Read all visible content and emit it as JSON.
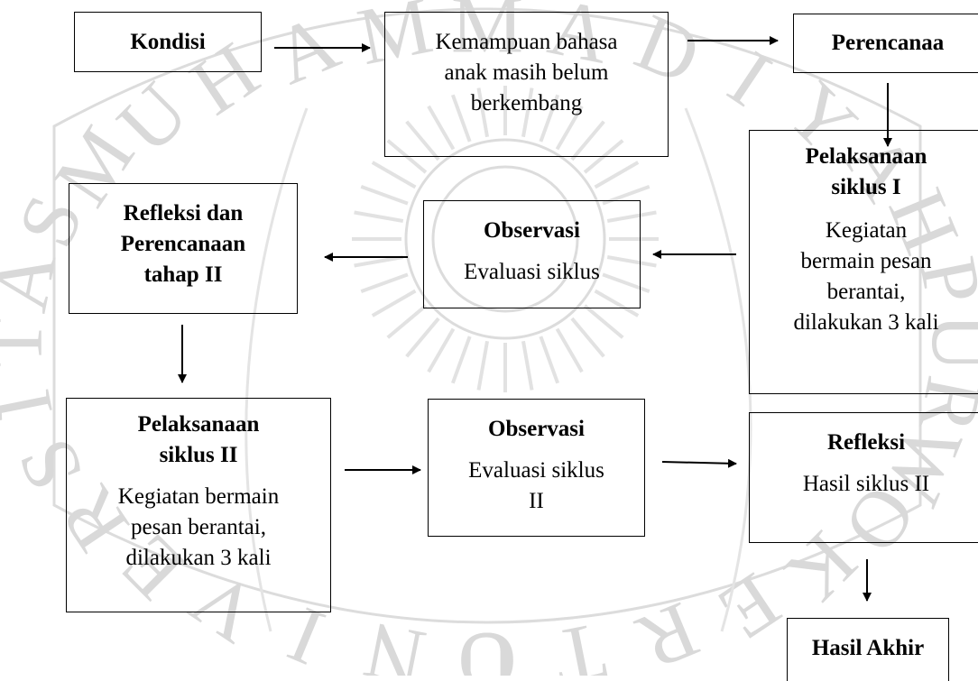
{
  "boxes": {
    "kondisi": {
      "title": "Kondisi"
    },
    "kemampuan": {
      "body": [
        "Kemampuan bahasa",
        "anak masih belum",
        "berkembang"
      ]
    },
    "perencanaan": {
      "title": "Perencanaa"
    },
    "pelaksanaan1": {
      "title": [
        "Pelaksanaan",
        "siklus I"
      ],
      "body": [
        "Kegiatan",
        "bermain pesan",
        "berantai,",
        "dilakukan 3 kali"
      ]
    },
    "observasi1": {
      "title": "Observasi",
      "body": "Evaluasi siklus"
    },
    "refleksi1": {
      "title": [
        "Refleksi dan",
        "Perencanaan",
        "tahap II"
      ]
    },
    "pelaksanaan2": {
      "title": [
        "Pelaksanaan",
        "siklus II"
      ],
      "body": [
        "Kegiatan bermain",
        "pesan berantai,",
        "dilakukan 3 kali"
      ]
    },
    "observasi2": {
      "title": "Observasi",
      "body": [
        "Evaluasi siklus",
        "II"
      ]
    },
    "refleksi2": {
      "title": "Refleksi",
      "body": "Hasil siklus II"
    },
    "hasil": {
      "title": "Hasil Akhir"
    }
  },
  "watermark": {
    "letters": [
      "U",
      "N",
      "I",
      "V",
      "E",
      "R",
      "S",
      "I",
      "T",
      "A",
      "S",
      "M",
      "U",
      "H",
      "A",
      "M",
      "M",
      "A",
      "D",
      "I",
      "Y",
      "A",
      "H",
      "P",
      "U",
      "R",
      "W",
      "O",
      "K",
      "E",
      "R",
      "T",
      "O"
    ],
    "color": "#d9d9d9"
  }
}
